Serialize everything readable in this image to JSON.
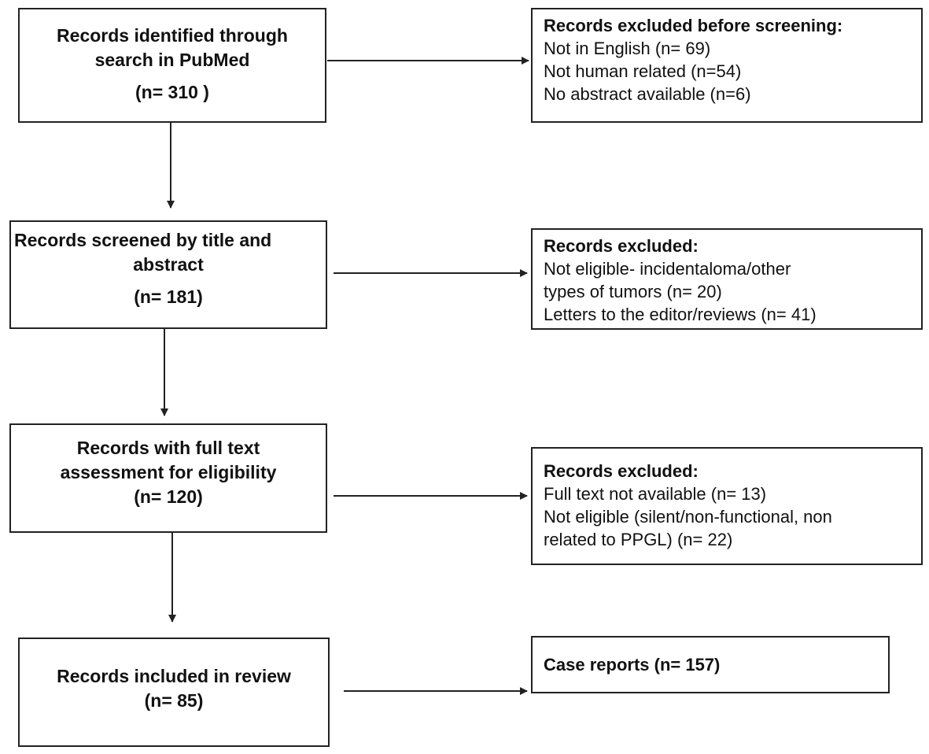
{
  "main_flow": [
    {
      "lines": [
        "Records identified through",
        "search in PubMed",
        "(n= 310 )"
      ]
    },
    {
      "lines": [
        "Records screened by title and",
        "abstract",
        "(n= 181)"
      ]
    },
    {
      "lines": [
        "Records with full text",
        "assessment for eligibility",
        "(n= 120)"
      ]
    },
    {
      "lines": [
        "Records included in review",
        "(n= 85)"
      ]
    }
  ],
  "side_boxes": [
    {
      "heading": "Records excluded before screening:",
      "lines": [
        "Not in English (n= 69)",
        "Not human related (n=54)",
        "No abstract available (n=6)"
      ]
    },
    {
      "heading": "Records excluded:",
      "lines": [
        "Not eligible- incidentaloma/other",
        "types of tumors (n= 20)",
        "Letters to the editor/reviews (n= 41)"
      ]
    },
    {
      "heading": "Records excluded:",
      "lines": [
        "Full text not available (n= 13)",
        "Not eligible (silent/non-functional, non",
        "related to PPGL) (n= 22)"
      ]
    },
    {
      "heading": "Case reports (n= 157)",
      "lines": []
    }
  ]
}
